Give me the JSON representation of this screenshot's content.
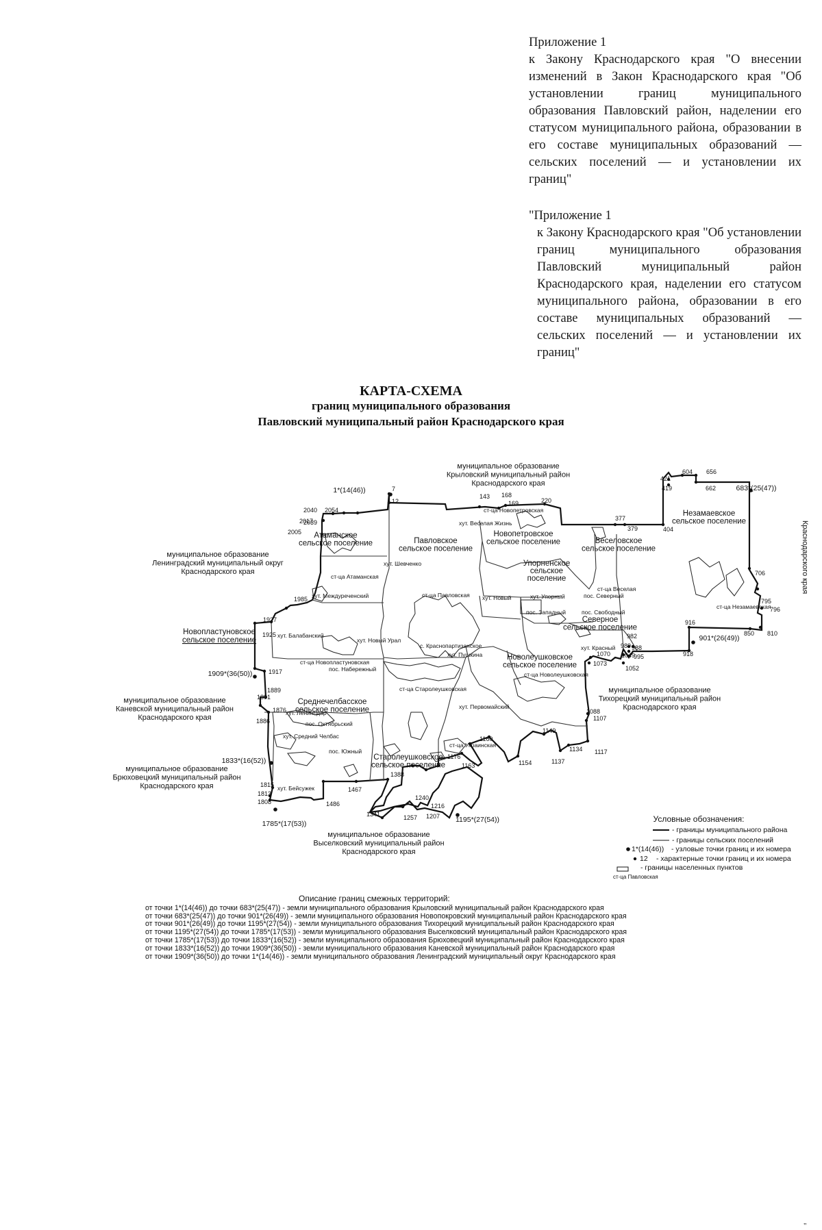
{
  "annex1": {
    "heading": "Приложение 1",
    "body": "к Закону Краснодарского края \"О внесении изменений в Закон Краснодарского края \"Об установлении границ муниципального образования Павловский район, наделении его статусом муниципального района, образовании в его составе муниципальных образований — сельских поселений — и установлении их границ\""
  },
  "annex2": {
    "heading": "\"Приложение 1",
    "body": "к Закону Краснодарского края \"Об установлении границ муниципального образования Павловский муниципальный район Краснодарского края, наделении его статусом муниципального района, образовании в его составе муниципальных образований — сельских поселений — и установлении их границ\""
  },
  "title": {
    "line1": "КАРТА-СХЕМА",
    "line2": "границ муниципального образования",
    "line3": "Павловский муниципальный район Краснодарского края"
  },
  "map": {
    "neighbors": {
      "krylovsky": [
        "муниципальное образование",
        "Крыловский муниципальный район",
        "Краснодарского края"
      ],
      "leningradsky": [
        "муниципальное образование",
        "Ленинградский муниципальный округ",
        "Краснодарского края"
      ],
      "kanevskoy": [
        "муниципальное образование",
        "Каневской муниципальный район",
        "Краснодарского края"
      ],
      "bryukhovetsky": [
        "муниципальное образование",
        "Брюховецкий муниципальный район",
        "Краснодарского края"
      ],
      "vyselkovsky": [
        "муниципальное образование",
        "Выселковский муниципальный район",
        "Краснодарского края"
      ],
      "tikhoretsky": [
        "муниципальное образование",
        "Тихорецкий муниципальный район",
        "Краснодарского края"
      ],
      "krasnodarsky_vertical": "Краснодарского края"
    },
    "settlements": {
      "atamanskoe": [
        "Атаманское",
        "сельское поселение"
      ],
      "pavlovskoe": [
        "Павловское",
        "сельское поселение"
      ],
      "novopetrovskoe": [
        "Новопетровское",
        "сельское поселение"
      ],
      "veselovskoe": [
        "Веселовское",
        "сельское поселение"
      ],
      "nezamaevskoe": [
        "Незамаевское",
        "сельское поселение"
      ],
      "upornenskoe": [
        "Упорненское",
        "сельское",
        "поселение"
      ],
      "severnoe": [
        "Северное",
        "сельское поселение"
      ],
      "novoplastunovskoe": [
        "Новопластуновское",
        "сельское поселение"
      ],
      "novoleushkovskoe": [
        "Новолеушковское",
        "сельское поселение"
      ],
      "srednechelbasskoe": [
        "Среднечелбасское",
        "сельское поселение"
      ],
      "staroleushkovskoe": [
        "Старолеушковское",
        "сельское поселение"
      ]
    },
    "places": [
      "ст-ца Новопетровская",
      "хут. Веселая Жизнь",
      "ст-ца Атаманская",
      "хут. Шевченко",
      "ст-ца Павловская",
      "ст-ца Веселая",
      "ст-ца Незамаевская",
      "хут. Упорный",
      "пос. Западный",
      "хут. Новый",
      "пос. Северный",
      "пос. Свободный",
      "хут. Междуреченский",
      "хут. Балабанский",
      "хут. Новый Урал",
      "ст-ца Новопластуновская",
      "хут. Красный",
      "с. Краснопартизанское",
      "хут. Пушкина",
      "ст-ца Новолеушковская",
      "пос. Набережный",
      "ст-ца Старолеушковская",
      "хут. Первомайский",
      "хут. Ленинодар",
      "пос. Октябрьский",
      "хут. Средний Челбас",
      "пос. Южный",
      "ст-ца Украинская",
      "хут. Бейсужек"
    ],
    "key_points": [
      "1*(14(46))",
      "683*(25(47))",
      "901*(26(49))",
      "1195*(27(54))",
      "1785*(17(53))",
      "1833*(16(52))",
      "1909*(36(50))"
    ],
    "points": [
      "7",
      "12",
      "143",
      "168",
      "169",
      "220",
      "377",
      "379",
      "404",
      "421",
      "419",
      "604",
      "656",
      "662",
      "706",
      "795",
      "796",
      "810",
      "850",
      "916",
      "918",
      "982",
      "988",
      "989",
      "995",
      "1049",
      "1052",
      "1070",
      "1073",
      "1088",
      "1107",
      "1117",
      "1134",
      "1137",
      "1149",
      "1154",
      "1160",
      "1163",
      "1176",
      "1207",
      "1216",
      "1240",
      "1257",
      "1341",
      "1388",
      "1467",
      "1486",
      "1808",
      "1813",
      "1815",
      "1876",
      "1886",
      "1889",
      "1891",
      "1917",
      "1925",
      "1927",
      "1985",
      "2005",
      "2017",
      "2039",
      "2040",
      "2054"
    ],
    "legend": {
      "title": "Условные обозначения:",
      "items": [
        "- границы муниципального района",
        "- границы сельских поселений",
        "- узловые точки границ и их номера",
        "- характерные точки границ и их номера",
        "- границы населенных пунктов"
      ],
      "sample_key": "1*(14(46))",
      "sample_point": "12",
      "sample_place": "ст-ца Павловская"
    }
  },
  "description": {
    "heading": "Описание границ смежных территорий:",
    "rows": [
      "от точки 1*(14(46)) до точки 683*(25(47)) - земли муниципального образования Крыловский муниципальный район Краснодарского края",
      "от точки 683*(25(47)) до точки 901*(26(49)) - земли муниципального образования Новопокровский муниципальный район Краснодарского края",
      "от точки 901*(26(49)) до точки 1195*(27(54)) - земли муниципального образования Тихорецкий муниципальный район Краснодарского края",
      "от точки 1195*(27(54)) до точки 1785*(17(53)) - земли муниципального образования Выселковский муниципальный район Краснодарского края",
      "от точки 1785*(17(53)) до точки 1833*(16(52)) - земли муниципального образования Брюховецкий муниципальный район Краснодарского края",
      "от точки 1833*(16(52)) до точки 1909*(36(50)) - земли муниципального образования Каневской муниципальный район Краснодарского края",
      "от точки 1909*(36(50)) до точки 1*(14(46)) - земли муниципального образования Ленинградский муниципальный округ Краснодарского края"
    ]
  },
  "closing_quote": "\""
}
